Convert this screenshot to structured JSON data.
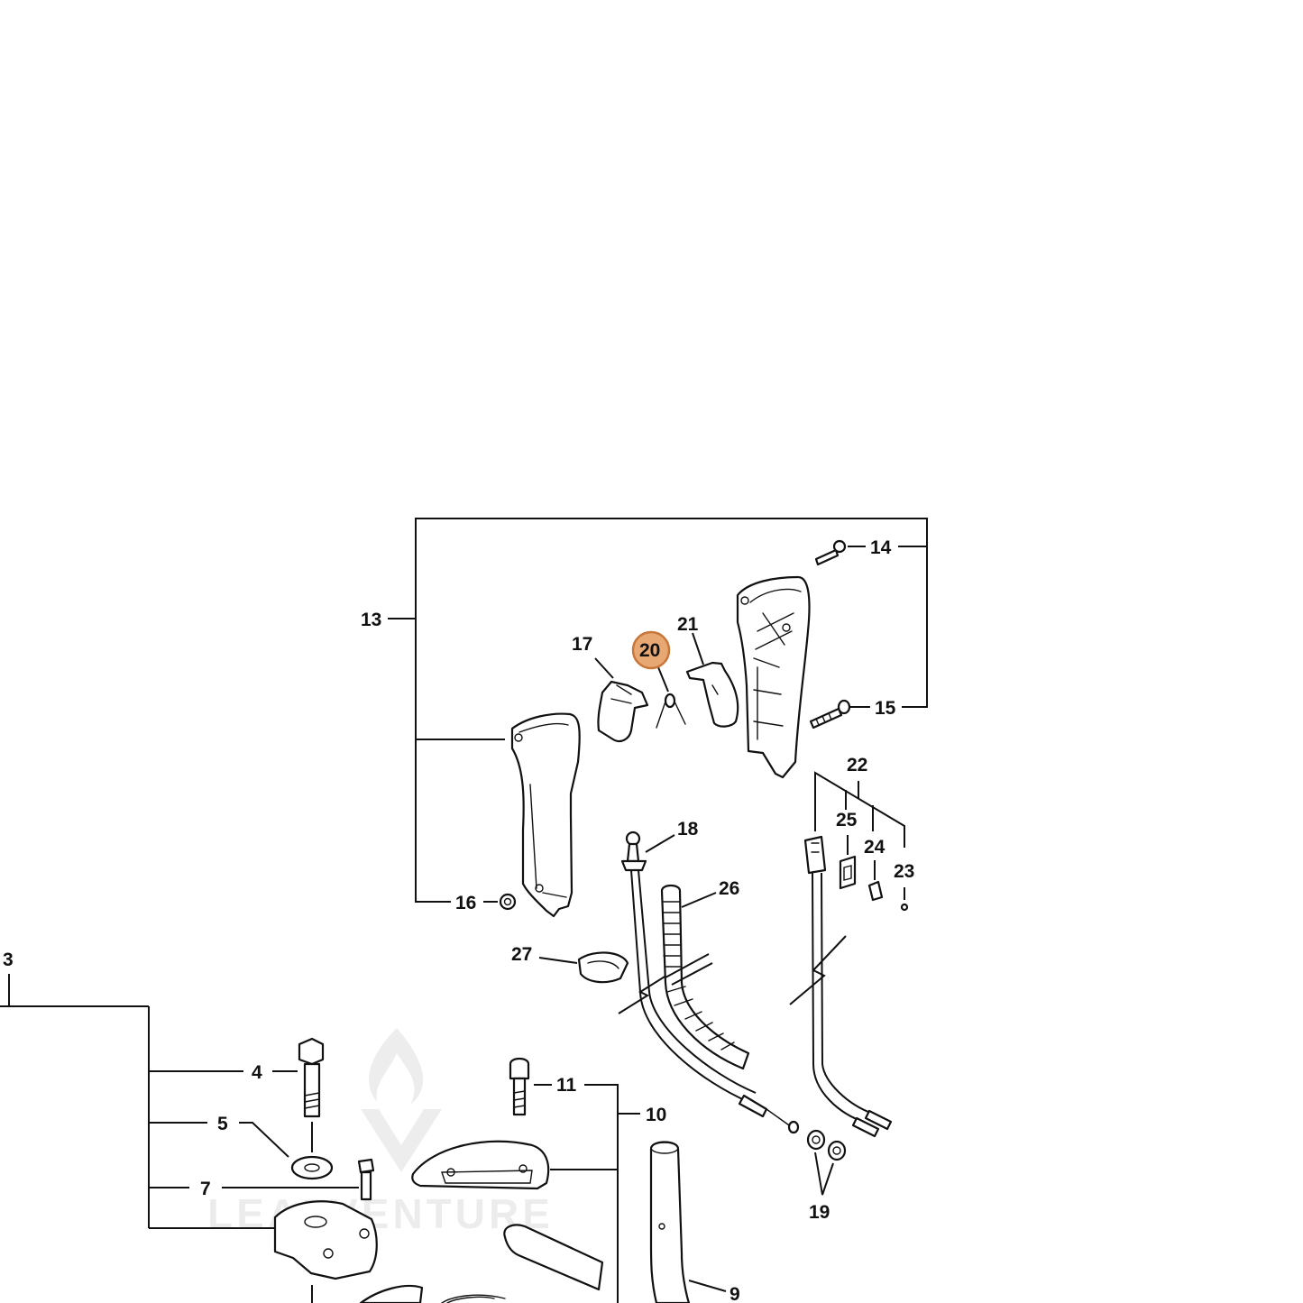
{
  "labels": {
    "p3": "3",
    "p4": "4",
    "p5": "5",
    "p7": "7",
    "p9": "9",
    "p10": "10",
    "p11": "11",
    "p13": "13",
    "p14": "14",
    "p15": "15",
    "p16": "16",
    "p17": "17",
    "p18": "18",
    "p19": "19",
    "p20": "20",
    "p21": "21",
    "p22": "22",
    "p23": "23",
    "p24": "24",
    "p25": "25",
    "p26": "26",
    "p27": "27"
  },
  "highlight": {
    "part": "20",
    "color": "#e8a873",
    "border": "#c8763a"
  },
  "watermark": {
    "text": "LEAFVENTURE",
    "icon": "flame-icon"
  }
}
